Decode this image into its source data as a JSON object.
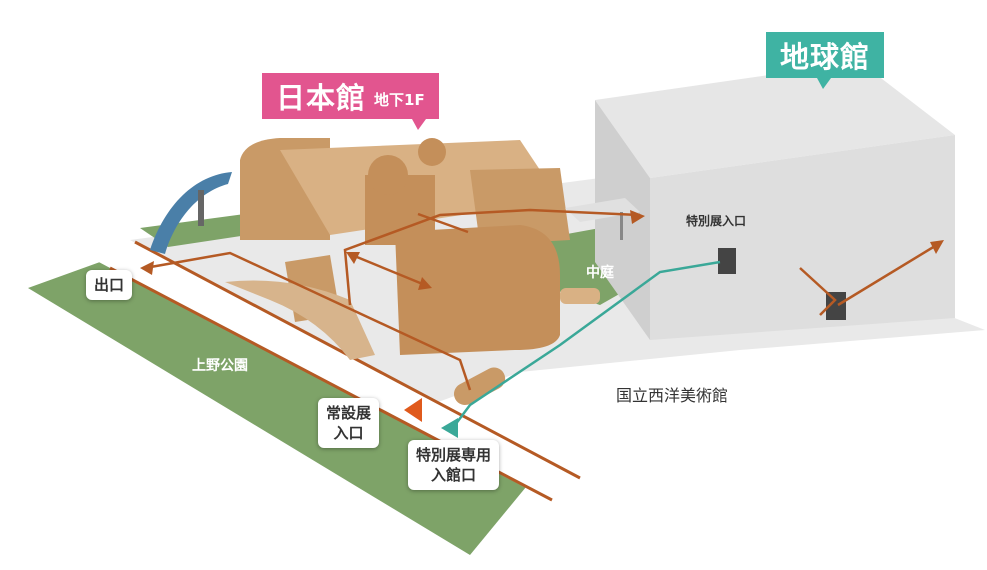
{
  "buildings": {
    "nihonkan_name": "日本館",
    "nihonkan_floor": "地下1F",
    "chikyukan_name": "地球館"
  },
  "labels": {
    "exit": "出口",
    "permanent_entrance_line1": "常設展",
    "permanent_entrance_line2": "入口",
    "special_only_line1": "特別展専用",
    "special_only_line2": "入館口",
    "special_entrance": "特別展入口",
    "courtyard": "中庭",
    "ueno_park": "上野公園",
    "western_art_museum": "国立西洋美術館"
  },
  "colors": {
    "route_permanent": "#b55a24",
    "route_special": "#3aa898",
    "grass": "#7ea368",
    "building_tan": "#c99a67",
    "building_grey": "#dcdcdc"
  }
}
